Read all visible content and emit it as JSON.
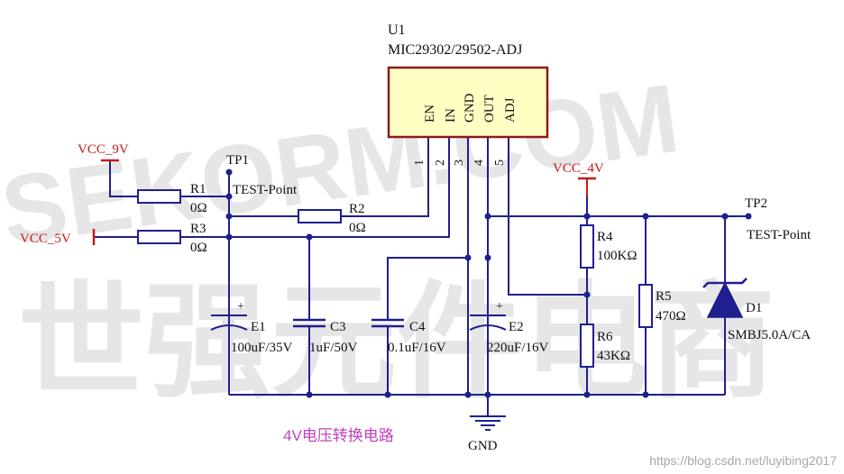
{
  "colors": {
    "wire": "#1f1f8f",
    "text": "#111111",
    "power": "#c81a1a",
    "ic_fill": "#ffffc4",
    "ic_border": "#8b1a1a",
    "caption": "#c040c0",
    "watermark": "#e6e6e6",
    "footer": "#a8a8a8"
  },
  "watermark": {
    "line1": "SEKORM.COM",
    "line2": "世强元件电商"
  },
  "ic": {
    "ref": "U1",
    "part": "MIC29302/29502-ADJ",
    "pins": [
      {
        "name": "EN",
        "num": "1"
      },
      {
        "name": "IN",
        "num": "2"
      },
      {
        "name": "GND",
        "num": "3"
      },
      {
        "name": "OUT",
        "num": "4"
      },
      {
        "name": "ADJ",
        "num": "5"
      }
    ]
  },
  "power": {
    "vcc9": "VCC_9V",
    "vcc5": "VCC_5V",
    "vcc4": "VCC_4V",
    "gnd": "GND"
  },
  "testpoints": {
    "tp1": {
      "ref": "TP1",
      "value": "TEST-Point"
    },
    "tp2": {
      "ref": "TP2",
      "value": "TEST-Point"
    }
  },
  "resistors": {
    "r1": {
      "ref": "R1",
      "value": "0Ω"
    },
    "r2": {
      "ref": "R2",
      "value": "0Ω"
    },
    "r3": {
      "ref": "R3",
      "value": "0Ω"
    },
    "r4": {
      "ref": "R4",
      "value": "100KΩ"
    },
    "r5": {
      "ref": "R5",
      "value": "470Ω"
    },
    "r6": {
      "ref": "R6",
      "value": "43KΩ"
    }
  },
  "capacitors": {
    "e1": {
      "ref": "E1",
      "value": "100uF/35V"
    },
    "c3": {
      "ref": "C3",
      "value": "1uF/50V"
    },
    "c4": {
      "ref": "C4",
      "value": "0.1uF/16V"
    },
    "e2": {
      "ref": "E2",
      "value": "220uF/16V"
    }
  },
  "diode": {
    "ref": "D1",
    "value": "SMBJ5.0A/CA"
  },
  "plus_sign": "+",
  "caption": "4V电压转换电路",
  "footer": "https://blog.csdn.net/luyibing2017"
}
